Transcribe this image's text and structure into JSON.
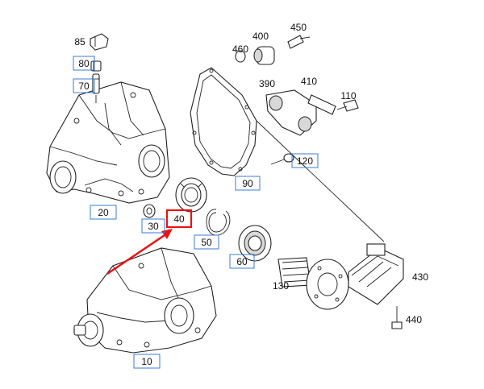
{
  "diagram": {
    "callouts": [
      {
        "id": "10",
        "boxed": true
      },
      {
        "id": "20",
        "boxed": true
      },
      {
        "id": "30",
        "boxed": true
      },
      {
        "id": "40",
        "boxed": true,
        "highlighted": true
      },
      {
        "id": "50",
        "boxed": true
      },
      {
        "id": "60",
        "boxed": true
      },
      {
        "id": "70",
        "boxed": true
      },
      {
        "id": "80",
        "boxed": true
      },
      {
        "id": "85",
        "boxed": false
      },
      {
        "id": "90",
        "boxed": true
      },
      {
        "id": "110",
        "boxed": false
      },
      {
        "id": "120",
        "boxed": true
      },
      {
        "id": "130",
        "boxed": false
      },
      {
        "id": "390",
        "boxed": false
      },
      {
        "id": "400",
        "boxed": false
      },
      {
        "id": "410",
        "boxed": false
      },
      {
        "id": "430",
        "boxed": false
      },
      {
        "id": "440",
        "boxed": false
      },
      {
        "id": "450",
        "boxed": false
      },
      {
        "id": "460",
        "boxed": false
      }
    ],
    "colors": {
      "callout_box": "#3a7bd5",
      "highlight": "#e11111",
      "line": "#222222"
    },
    "icons": [
      "pointer-arrow-icon"
    ]
  }
}
